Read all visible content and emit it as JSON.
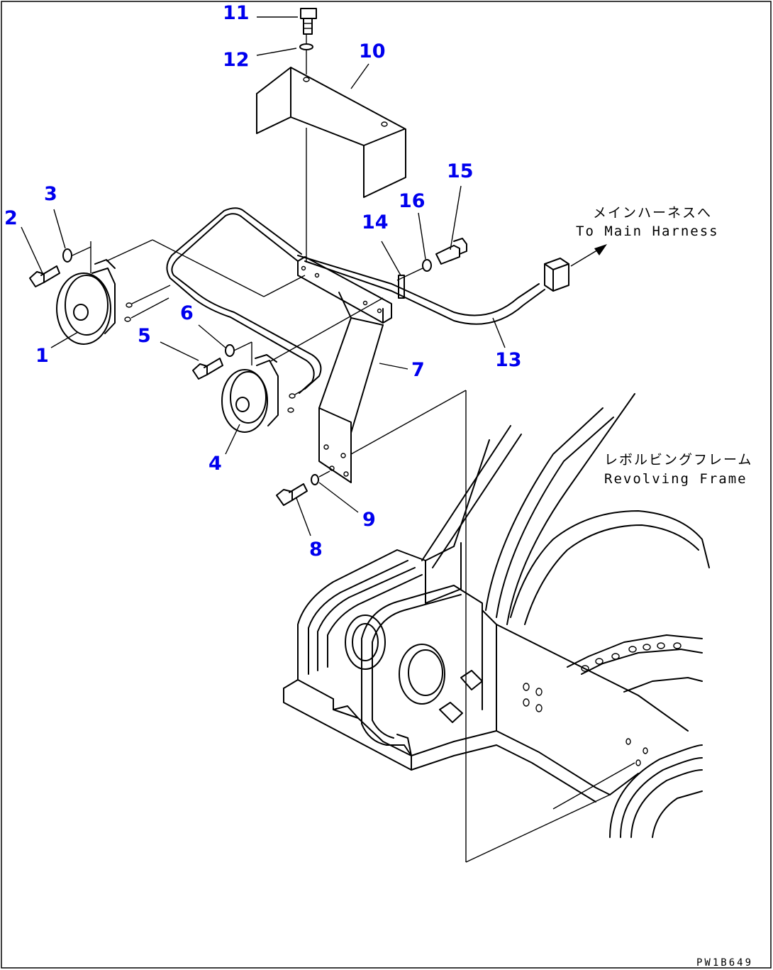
{
  "colors": {
    "callout": "#0000ee",
    "line": "#000000",
    "background": "#ffffff"
  },
  "callouts": [
    {
      "id": "1",
      "text": "1"
    },
    {
      "id": "2",
      "text": "2"
    },
    {
      "id": "3",
      "text": "3"
    },
    {
      "id": "4",
      "text": "4"
    },
    {
      "id": "5",
      "text": "5"
    },
    {
      "id": "6",
      "text": "6"
    },
    {
      "id": "7",
      "text": "7"
    },
    {
      "id": "8",
      "text": "8"
    },
    {
      "id": "9",
      "text": "9"
    },
    {
      "id": "10",
      "text": "10"
    },
    {
      "id": "11",
      "text": "11"
    },
    {
      "id": "12",
      "text": "12"
    },
    {
      "id": "13",
      "text": "13"
    },
    {
      "id": "14",
      "text": "14"
    },
    {
      "id": "15",
      "text": "15"
    },
    {
      "id": "16",
      "text": "16"
    }
  ],
  "notes": {
    "main_harness_jp": "メインハーネスへ",
    "main_harness_en": "To Main Harness",
    "revolving_frame_jp": "レボルビングフレーム",
    "revolving_frame_en": "Revolving Frame"
  },
  "drawing_code": "PW1B649"
}
